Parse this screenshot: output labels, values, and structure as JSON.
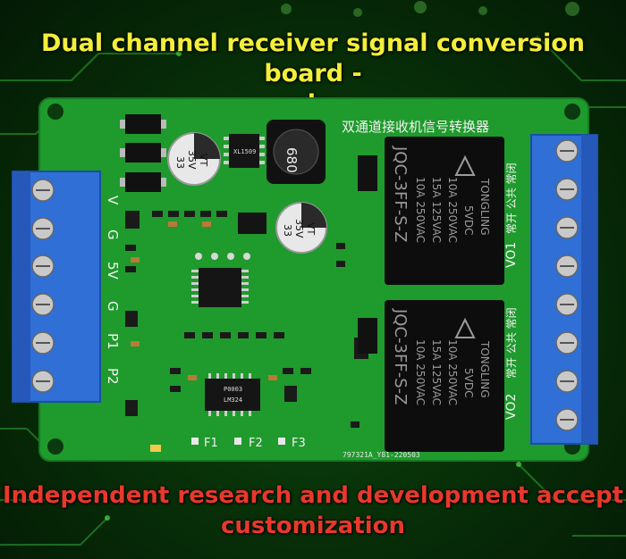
{
  "headline": {
    "line1": "Dual channel receiver signal conversion board -",
    "line2": "relay"
  },
  "footer": {
    "line1": "Independent research and development accept",
    "line2": "customization"
  },
  "board": {
    "chinese_title": "双通道接收机信号转换器",
    "left_terminal_labels": [
      "V",
      "G",
      "5V",
      "G",
      "P1",
      "P2"
    ],
    "vo1_label": "VO1",
    "vo2_label": "VO2",
    "relay_side_label": "常开 公共 常闭",
    "fuse_labels": [
      "F1",
      "F2",
      "F3"
    ],
    "board_code": "797321A_Y81-220503",
    "cap1": {
      "line1": "33",
      "line2": "35V",
      "line3": "VT"
    },
    "cap2": {
      "line1": "33",
      "line2": "35V",
      "line3": "VT"
    },
    "inductor_label": "680",
    "chip_main": "XL1509",
    "chip_ic2": "LM324",
    "chip_ic2_code": "P0003",
    "relays": [
      {
        "brand": "TONGLING",
        "coil": "5VDC",
        "rating1": "10A 250VAC",
        "rating2": "15A 125VAC",
        "rating3": "10A 250VAC",
        "model": "JQC-3FF-S-Z"
      },
      {
        "brand": "TONGLING",
        "coil": "5VDC",
        "rating1": "10A 250VAC",
        "rating2": "15A 125VAC",
        "rating3": "10A 250VAC",
        "model": "JQC-3FF-S-Z"
      }
    ]
  },
  "colors": {
    "headline": "#f3ee3a",
    "footer": "#e8382b",
    "pcb": "#1f9a2c",
    "terminal": "#2f6fd6",
    "relay": "#0d0d0d"
  }
}
